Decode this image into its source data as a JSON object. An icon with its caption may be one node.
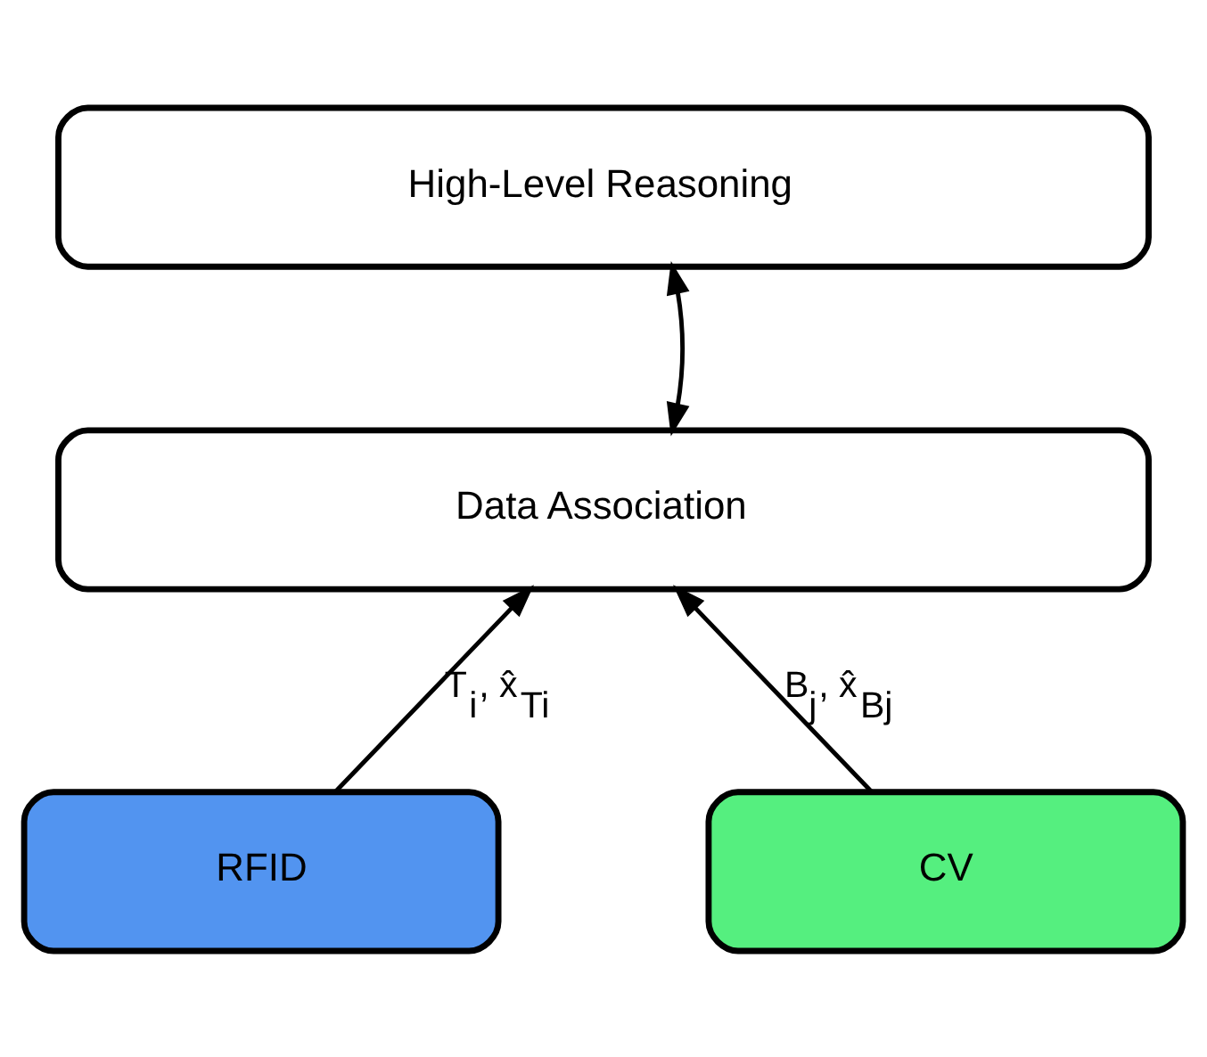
{
  "diagram": {
    "nodes": [
      {
        "text": [
          "High-Level Reasoning"
        ]
      },
      {
        "text": [
          "Data Association"
        ]
      },
      {
        "text": [
          "RFID"
        ]
      },
      {
        "text": [
          "CV"
        ]
      }
    ],
    "edges": [
      {
        "from": 0,
        "to": 1,
        "arrow": "both"
      },
      {
        "from": 2,
        "to": 1,
        "arrow": "to",
        "label": "T$_{i}$, x̂$_{Ti}$"
      },
      {
        "from": 3,
        "to": 1,
        "arrow": "to",
        "label": "B$_{j}$, x̂$_{Bj}$"
      }
    ]
  }
}
